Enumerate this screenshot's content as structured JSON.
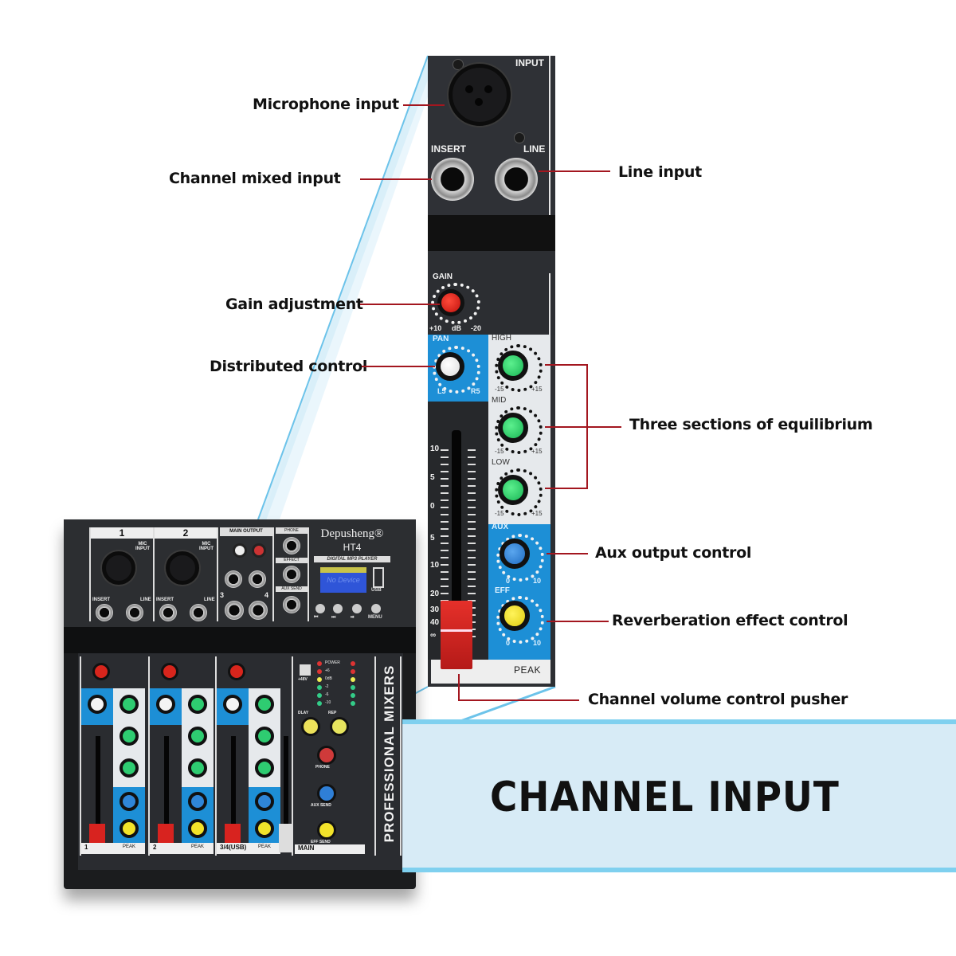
{
  "title": "CHANNEL INPUT",
  "callouts": [
    {
      "id": "microphone-input",
      "text": "Microphone input"
    },
    {
      "id": "channel-mixed-input",
      "text": "Channel mixed input"
    },
    {
      "id": "line-input",
      "text": "Line input"
    },
    {
      "id": "gain-adjustment",
      "text": "Gain adjustment"
    },
    {
      "id": "distributed-control",
      "text": "Distributed control"
    },
    {
      "id": "three-sections-eq",
      "text": "Three sections of equilibrium"
    },
    {
      "id": "aux-output-control",
      "text": "Aux output control"
    },
    {
      "id": "reverb-effect-control",
      "text": "Reverberation effect control"
    },
    {
      "id": "channel-volume-pusher",
      "text": "Channel volume control pusher"
    }
  ],
  "strip": {
    "input_label": "INPUT",
    "insert_label": "INSERT",
    "line_label": "LINE",
    "gain_label": "GAIN",
    "gain_min": "+10",
    "gain_unit": "dB",
    "gain_max": "-20",
    "pan_label": "PAN",
    "pan_left": "L5",
    "pan_right": "R5",
    "high_label": "HIGH",
    "mid_label": "MID",
    "low_label": "LOW",
    "eq_min": "-15",
    "eq_max": "+15",
    "aux_label": "AUX",
    "eff_label": "EFF",
    "send_min": "0",
    "send_max": "10",
    "peak_label": "PEAK",
    "fader_scale": [
      "10",
      "5",
      "0",
      "5",
      "10",
      "20",
      "30",
      "40",
      "∞"
    ],
    "knob_colors": {
      "gain": "#e0231c",
      "pan": "#f4f4f4",
      "eq": "#2ecc71",
      "aux": "#2f86d8",
      "eff": "#f2e32a"
    }
  },
  "mixer": {
    "brand": "Depusheng®",
    "model": "HT4",
    "player_label": "DIGITAL MP3 PLAYER",
    "display_text": "No Device",
    "usb_label": "USB",
    "player_buttons": [
      "⏮",
      "⏭",
      "⏯",
      "MENU"
    ],
    "channels": [
      "1",
      "2"
    ],
    "mic_input_label": "MIC INPUT",
    "insert_label": "INSERT",
    "line_label": "LINE",
    "main_output_label": "MAIN OUTPUT",
    "phone_label": "PHONE",
    "effect_label": "EFFECT",
    "aux_send_label": "AUX SEND",
    "ch3_label": "3",
    "ch4_label": "4",
    "strip_labels": [
      "1",
      "2",
      "3/4(USB)",
      "MAIN"
    ],
    "phantom_label": "+48V",
    "meter_labels": [
      "POWER",
      "+6",
      "0dB",
      "-2",
      "-6",
      "-10"
    ],
    "dlay_label": "DLAY",
    "rep_label": "REP",
    "phone_knob_label": "PHONE",
    "aux_send_knob_label": "AUX SEND",
    "eff_send_knob_label": "EFF SEND",
    "side_text": "PROFESSIONAL MIXERS",
    "peak_label": "PEAK"
  }
}
